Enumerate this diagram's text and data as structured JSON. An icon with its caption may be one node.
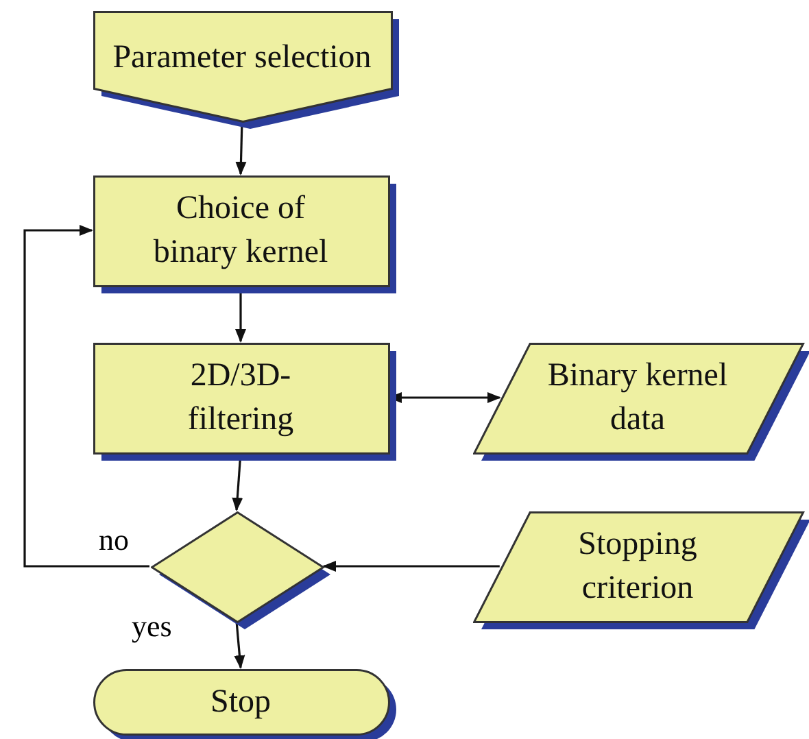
{
  "diagram": {
    "nodes": [
      {
        "text": [
          "Parameter selection"
        ]
      },
      {
        "text": [
          "Choice of binary kernel"
        ]
      },
      {
        "text": [
          "2D/3D- filtering"
        ]
      },
      {
        "text": [
          "Binary kernel data"
        ]
      },
      {
        "text": [],
        "shape": "diamond"
      },
      {
        "text": [
          "Stopping criterion"
        ]
      },
      {
        "text": [
          "Stop"
        ]
      }
    ],
    "edges": [
      {
        "from": 0,
        "to": 1,
        "arrow": "to"
      },
      {
        "from": 1,
        "to": 2,
        "arrow": "to"
      },
      {
        "from": 2,
        "to": 3,
        "arrow": "both"
      },
      {
        "from": 2,
        "to": 4,
        "arrow": "to"
      },
      {
        "from": 5,
        "to": 4,
        "arrow": "to"
      },
      {
        "from": 4,
        "to": 1,
        "label": "no",
        "arrow": "to"
      },
      {
        "from": 4,
        "to": 6,
        "label": "yes",
        "arrow": "to"
      }
    ]
  }
}
